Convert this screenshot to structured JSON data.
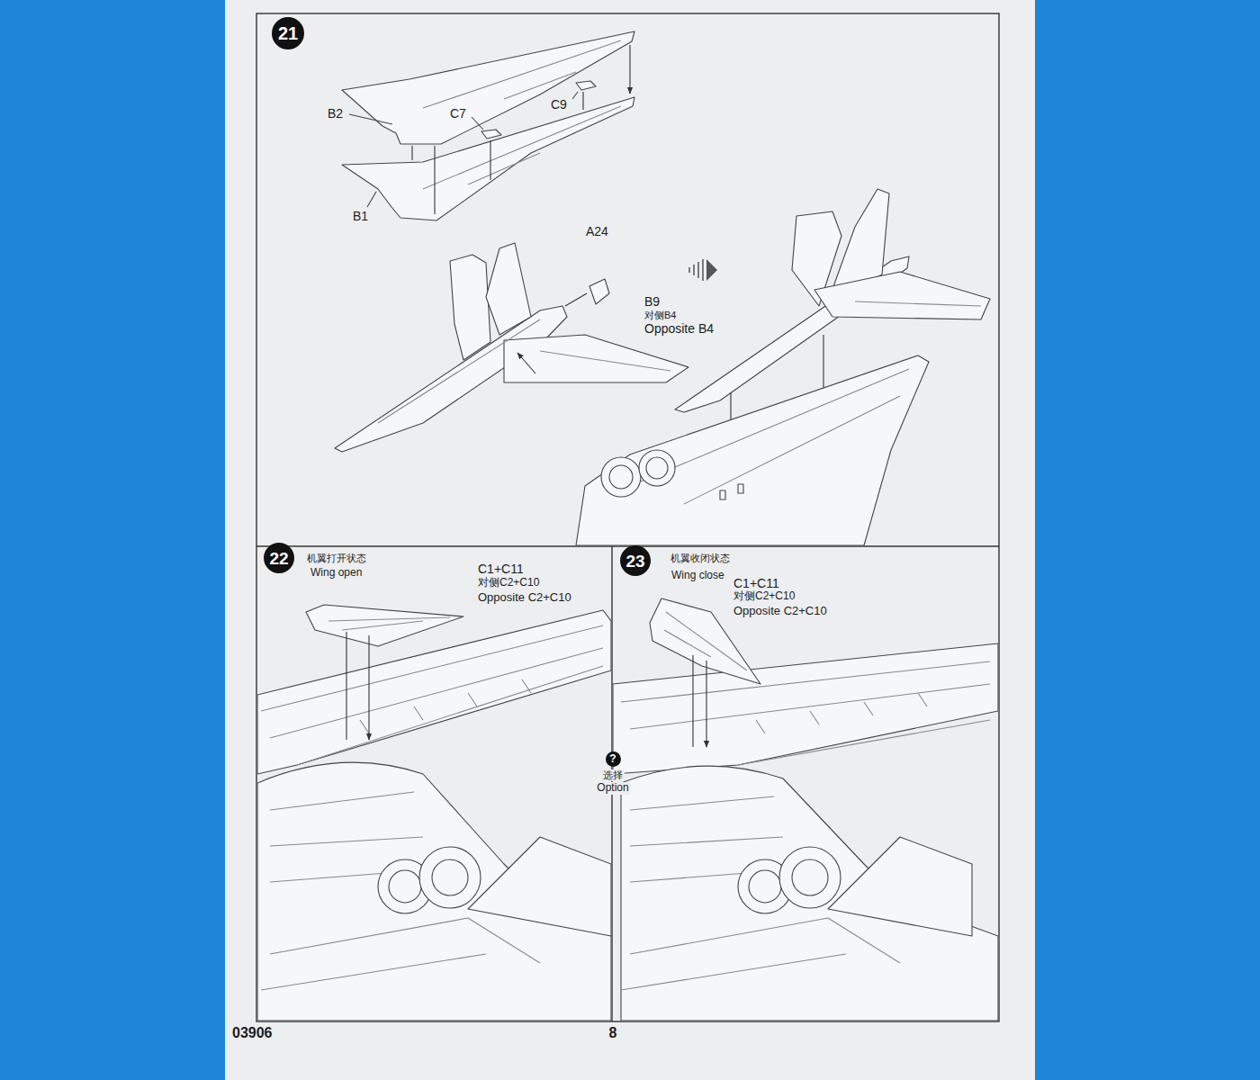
{
  "diagram": {
    "nodes": [
      {
        "text": [
          "21"
        ]
      },
      {
        "text": [
          "22"
        ]
      },
      {
        "text": [
          "23"
        ]
      },
      {
        "text": [
          "?"
        ]
      }
    ],
    "labels": [
      "B2",
      "C9",
      "C7",
      "B1",
      "A24",
      "B9",
      "对侧B4",
      "Opposite B4",
      "机翼打开状态",
      "Wing open",
      "C1+C11",
      "对侧C2+C10",
      "Opposite C2+C10",
      "机翼收闭状态",
      "Wing close",
      "C1+C11",
      "对侧C2+C10",
      "Opposite C2+C10",
      "选择",
      "Option",
      "03906",
      "8"
    ]
  }
}
